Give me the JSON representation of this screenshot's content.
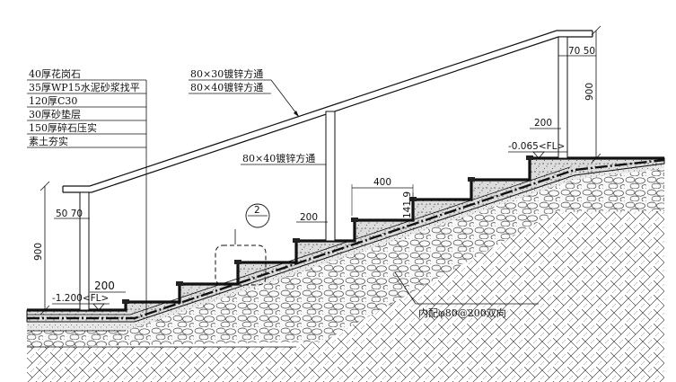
{
  "layers": [
    "40厚花岗石",
    "35厚WP15水泥砂浆找平",
    "120厚C30",
    "30厚砂垫层",
    "150厚碎石压实",
    "素土夯实"
  ],
  "tube_top": "80×30镀锌方通",
  "tube_rail": "80×40镀锌方通",
  "tube_post": "80×40镀锌方通",
  "rebar_note": "内配φ80@200双向",
  "detail_mark": "2",
  "dims": {
    "rail_height_left": "900",
    "rail_height_right": "900",
    "post_left": "50 70",
    "post_right": "70 50",
    "landing_bottom": "200",
    "landing_top": "200",
    "post_mid_offset": "200",
    "tread": "400",
    "riser": "141.9"
  },
  "levels": {
    "bottom": "-1.200<FL>",
    "top": "-0.065<FL>"
  }
}
